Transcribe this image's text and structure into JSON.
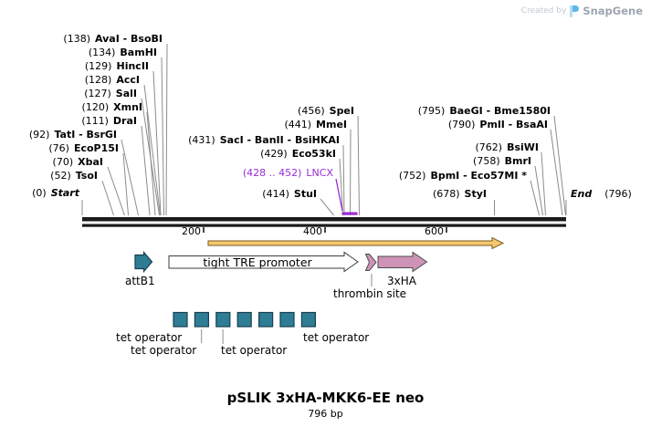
{
  "watermark": {
    "prefix": "Created by",
    "brand": "SnapGene"
  },
  "map": {
    "sites_left": [
      {
        "pos": "(138)",
        "name": "AvaI - BsoBI"
      },
      {
        "pos": "(134)",
        "name": "BamHI"
      },
      {
        "pos": "(129)",
        "name": "HincII"
      },
      {
        "pos": "(128)",
        "name": "AccI"
      },
      {
        "pos": "(127)",
        "name": "SalI"
      },
      {
        "pos": "(120)",
        "name": "XmnI"
      },
      {
        "pos": "(111)",
        "name": "DraI"
      },
      {
        "pos": "(92)",
        "name": "TatI - BsrGI"
      },
      {
        "pos": "(76)",
        "name": "EcoP15I"
      },
      {
        "pos": "(70)",
        "name": "XbaI"
      },
      {
        "pos": "(52)",
        "name": "TsoI"
      }
    ],
    "sites_middle": [
      {
        "pos": "(456)",
        "name": "SpeI"
      },
      {
        "pos": "(441)",
        "name": "MmeI"
      },
      {
        "pos": "(431)",
        "name": "SacI - BanII - BsiHKAI"
      },
      {
        "pos": "(429)",
        "name": "Eco53kI"
      },
      {
        "pos": "(414)",
        "name": "StuI"
      }
    ],
    "sites_right": [
      {
        "pos": "(795)",
        "name": "BaeGI - Bme1580I"
      },
      {
        "pos": "(790)",
        "name": "PmlI - BsaAI"
      },
      {
        "pos": "(762)",
        "name": "BsiWI"
      },
      {
        "pos": "(758)",
        "name": "BmrI"
      },
      {
        "pos": "(752)",
        "name": "BpmI - Eco57MI *"
      },
      {
        "pos": "(678)",
        "name": "StyI"
      }
    ],
    "lncx": {
      "pos": "(428 .. 452)",
      "name": "LNCX"
    },
    "start": {
      "pos": "(0)",
      "name": "Start"
    },
    "end": {
      "pos": "(796)",
      "name": "End"
    },
    "ruler_ticks": [
      "200",
      "400",
      "600"
    ],
    "features": {
      "attb1": "attB1",
      "tre_promoter": "tight TRE promoter",
      "thrombin": "thrombin site",
      "ha_tag": "3xHA",
      "tet_operator": "tet operator"
    },
    "colors": {
      "teal": "#2E7D95",
      "teal_border": "#16404F",
      "pink": "#CE93B7",
      "pink_border": "#4D4D4D",
      "purple": "#9C2BD6",
      "orange": "#F6C76F",
      "orange_border": "#7A5A1E",
      "line_gray": "#8C8C8C",
      "bar_black": "#1A1A1A"
    }
  },
  "footer": {
    "title": "pSLIK 3xHA-MKK6-EE neo",
    "length": "796 bp"
  }
}
